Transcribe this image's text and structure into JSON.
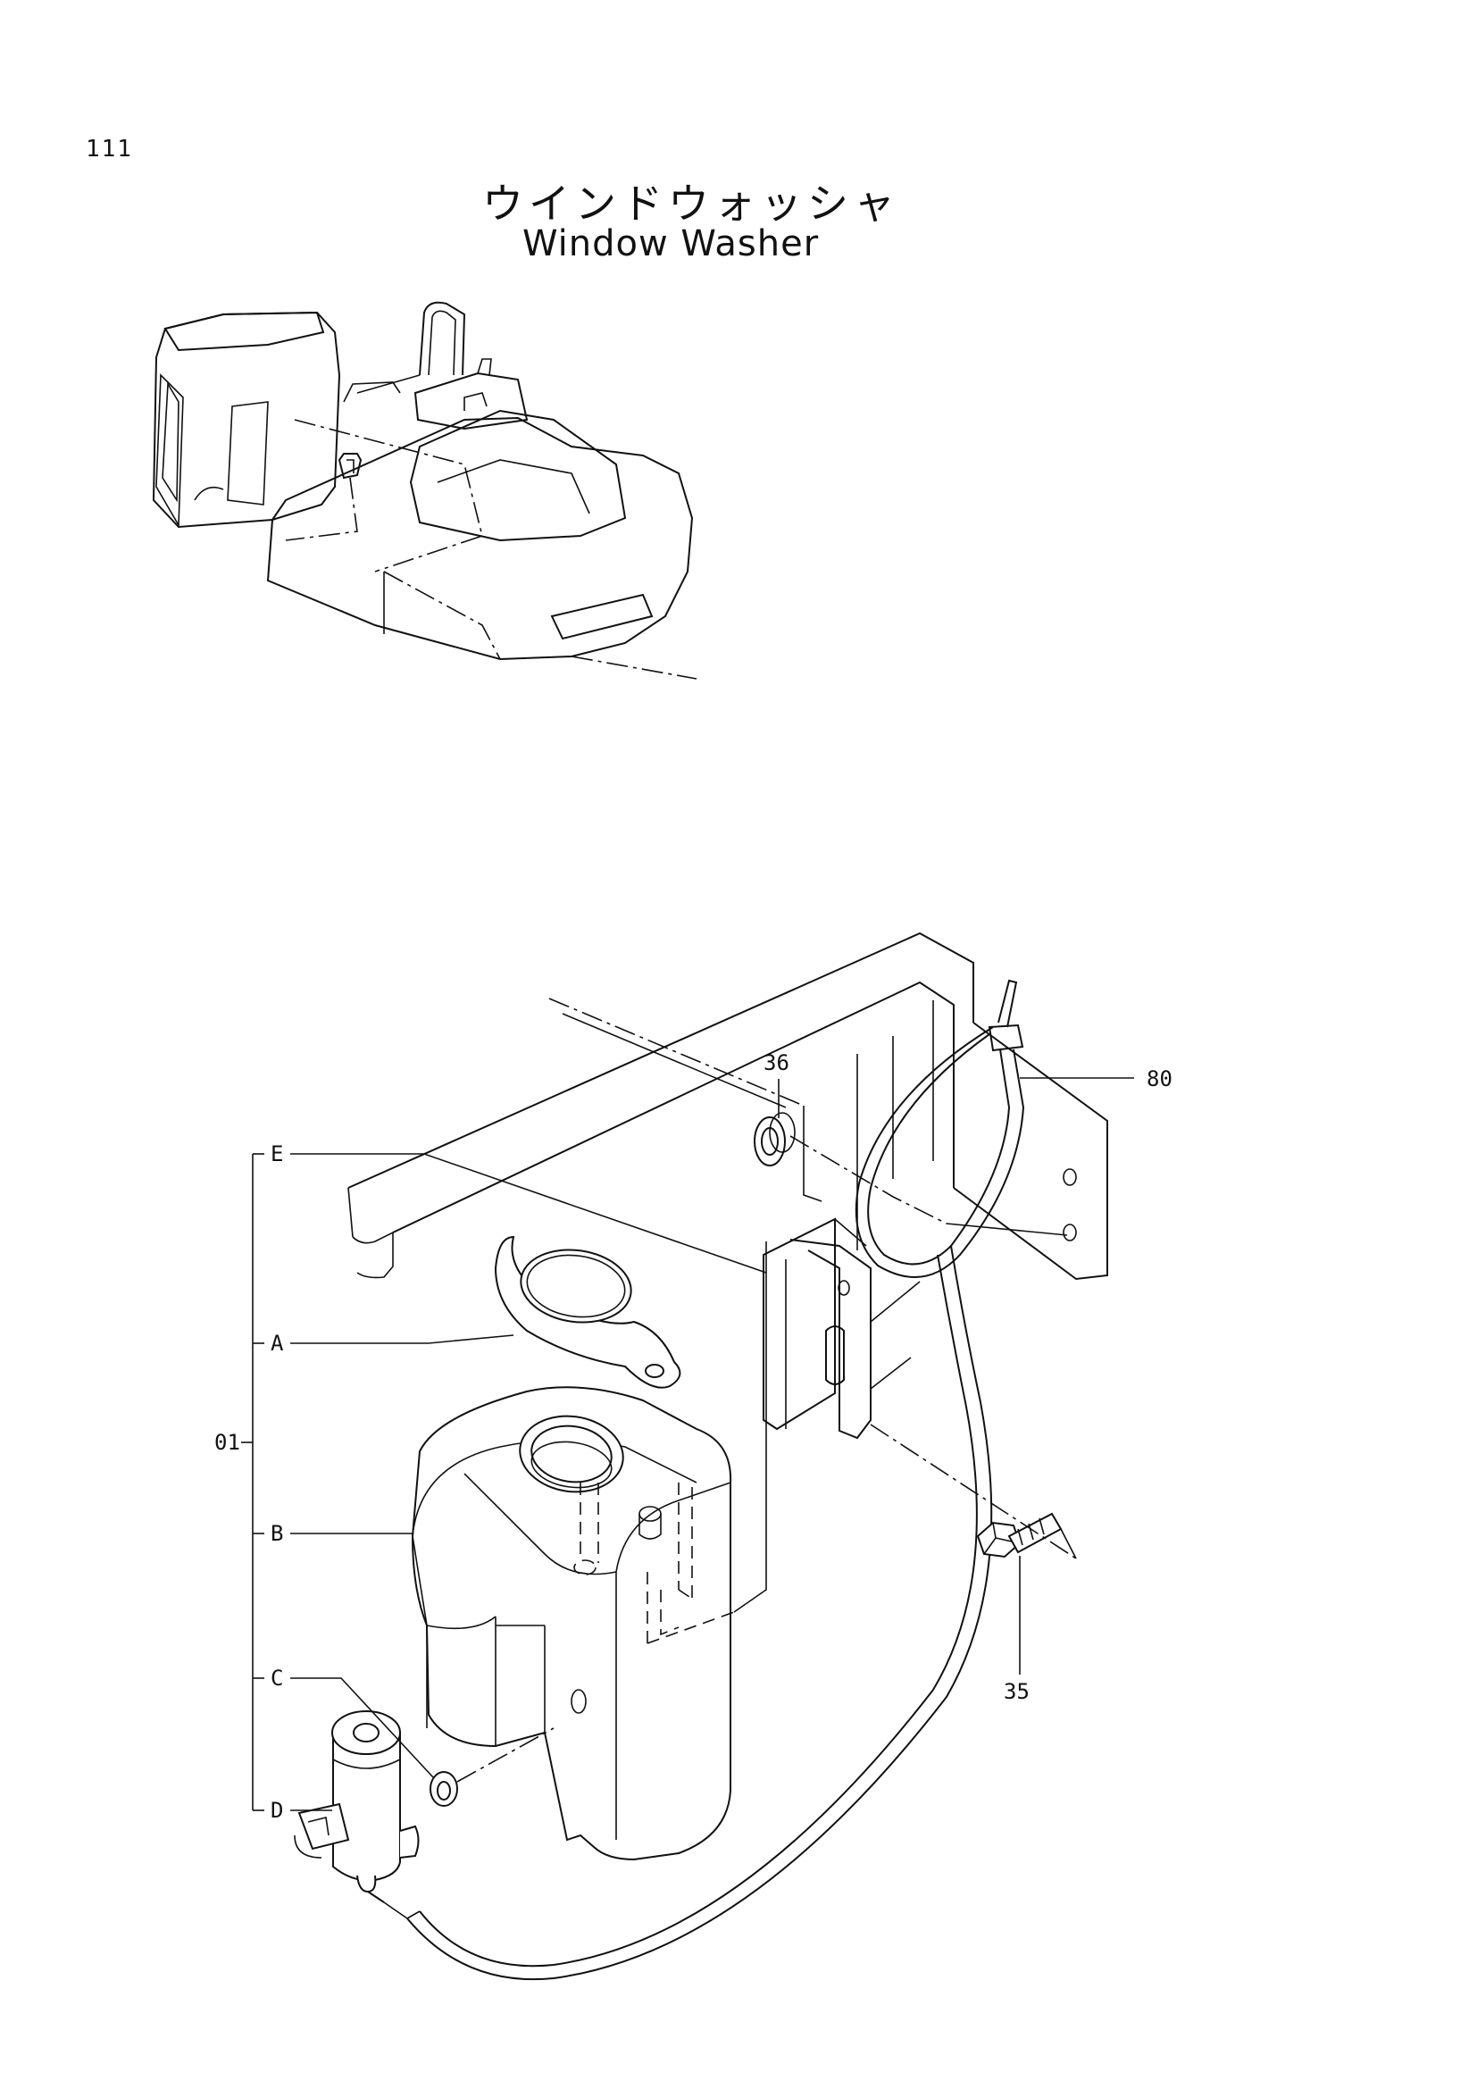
{
  "page_number": "111",
  "title_ja": "ウインドウォッシャ",
  "title_en": "Window Washer",
  "callouts": {
    "part_36": "36",
    "part_80": "80",
    "part_35": "35",
    "assembly_01": "01",
    "sub_e": "E",
    "sub_a": "A",
    "sub_b": "B",
    "sub_c": "C",
    "sub_d": "D"
  }
}
